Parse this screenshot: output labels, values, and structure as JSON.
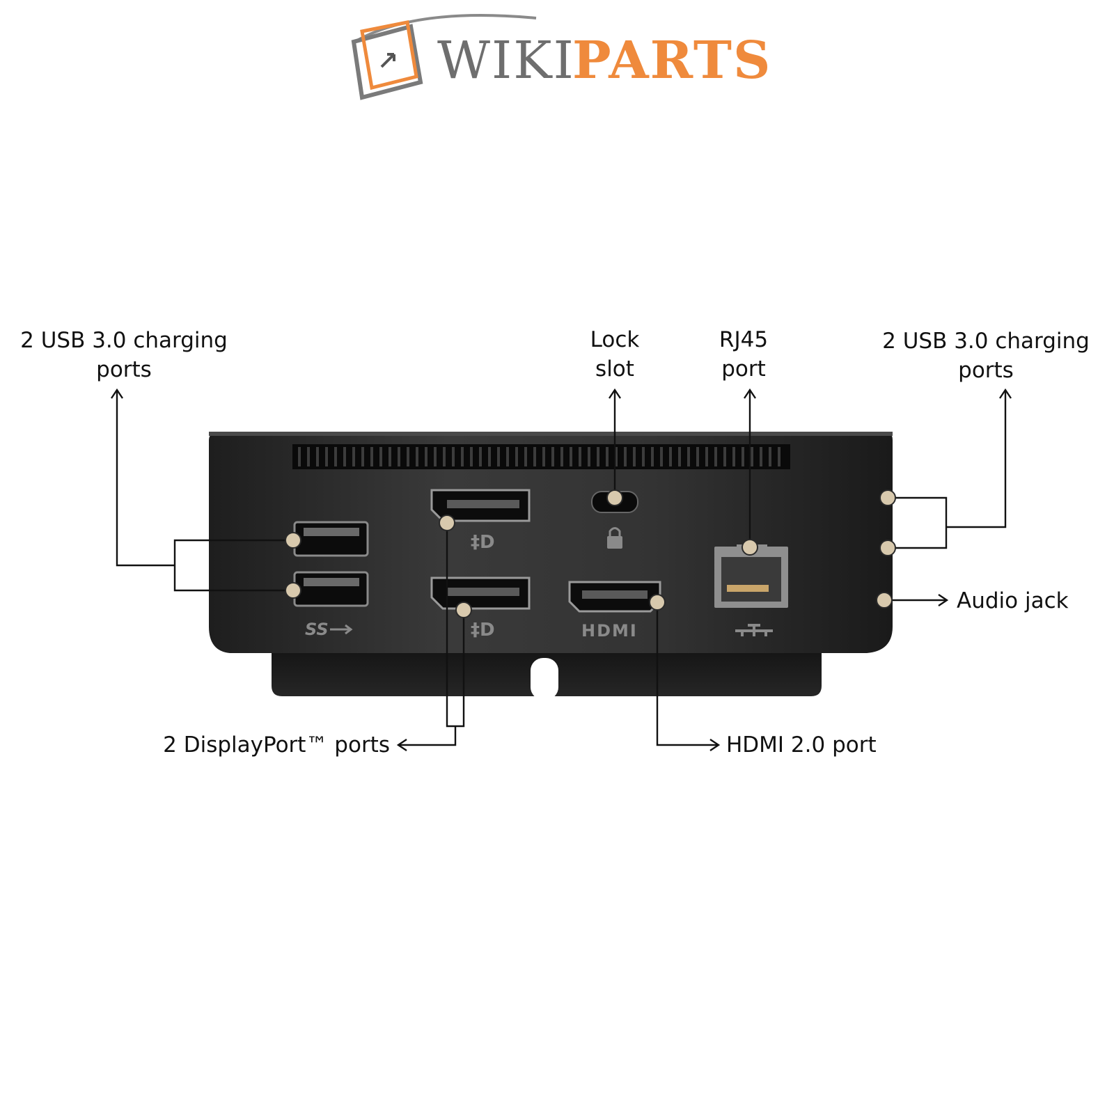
{
  "logo": {
    "text_part1": "WIKI",
    "text_part2": "PARTS"
  },
  "callouts": {
    "usb_left": {
      "line1": "2 USB 3.0 charging",
      "line2": "ports"
    },
    "lock": {
      "line1": "Lock",
      "line2": "slot"
    },
    "rj45": {
      "line1": "RJ45",
      "line2": "port"
    },
    "usb_right": {
      "line1": "2 USB 3.0 charging",
      "line2": "ports"
    },
    "audio": "Audio jack",
    "displayport": "2 DisplayPort™ ports",
    "hdmi": "HDMI 2.0 port"
  },
  "port_markings": {
    "usb": "SS",
    "hdmi": "HDMI"
  },
  "colors": {
    "marker": "#d8c9ad",
    "logo_orange": "#ef8a3c",
    "logo_gray": "#6e6e6e",
    "device_body": "#2b2b2b"
  }
}
